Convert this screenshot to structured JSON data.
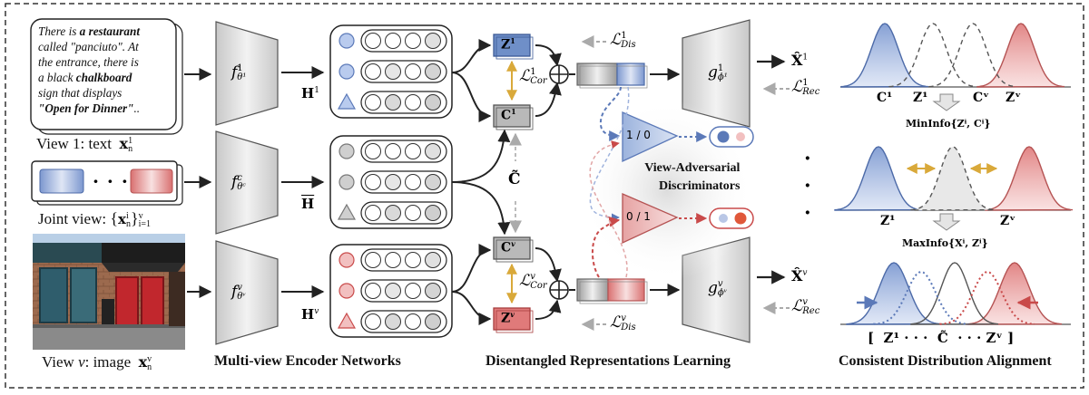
{
  "view_text": {
    "l1_a": "There is ",
    "l1_b": "a restaurant",
    "l2": "called \"panciuto\". At",
    "l3": "the entrance, there is",
    "l4_a": "a black ",
    "l4_b": "chalkboard",
    "l5": "sign that displays",
    "l6_a": "\"Open for Dinner\"",
    "l6_b": ".."
  },
  "captions": {
    "view1_label": "View 1: text",
    "view1_symbol": "x",
    "view1_sub": "n",
    "view1_sup": "1",
    "joint_label": "Joint view:",
    "joint_sub_i": "i",
    "joint_sub_n": "n",
    "joint_range_sup": "v",
    "joint_range_sub": "i=1",
    "viewv_label": "View",
    "viewv_v": "v",
    "viewv_rest": ": image",
    "viewv_sub": "n",
    "viewv_sup": "v",
    "ellipsis": "· · ·"
  },
  "encoders": {
    "f_symbol": "f",
    "f1_sup": "1",
    "f1_sub": "θ¹",
    "fc_sup": "c",
    "fc_sub": "θᶜ",
    "fv_sup": "v",
    "fv_sub": "θᵛ",
    "h1": "H",
    "h1_sup": "1",
    "hbar": "H",
    "hv": "H",
    "hv_sup": "v"
  },
  "latents": {
    "z": "Z",
    "c": "C",
    "sup1": "1",
    "supv": "v",
    "ctilde": "C̃"
  },
  "losses": {
    "L": "ℒ",
    "dis": "Dis",
    "cor": "Cor",
    "rec": "Rec",
    "sup1": "1",
    "supv": "v"
  },
  "decoders": {
    "g": "g",
    "g1_sup": "1",
    "g1_sub": "ϕ¹",
    "gv_sup": "v",
    "gv_sub": "ϕᵛ",
    "xhat": "X̂",
    "xhat1_sup": "1",
    "xhatv_sup": "v"
  },
  "discriminators": {
    "d1": "1 / 0",
    "d2": "0 / 1",
    "title_l1": "View-Adversarial",
    "title_l2": "Discriminators"
  },
  "alignment": {
    "top_labels": [
      "C¹",
      "Z¹",
      "Cᵛ",
      "Zᵛ"
    ],
    "minfo": "MinInfo{Zⁱ, Cⁱ}",
    "mid_labels": [
      "Z¹",
      "Zᵛ"
    ],
    "maxinfo": "MaxInfo{Xⁱ, Zⁱ}",
    "bottom_label": "[  Z¹ · · ·  C̃  · · · Zᵛ ]",
    "vdots": "·"
  },
  "sections": {
    "encoders": "Multi-view Encoder Networks",
    "disentangled": "Disentangled Representations Learning",
    "alignment": "Consistent Distribution Alignment"
  },
  "colors": {
    "blue": "#6f8fc8",
    "red": "#e07a7a",
    "gold": "#d9a93a",
    "gray": "#bdbdbd",
    "dark": "#222222"
  }
}
